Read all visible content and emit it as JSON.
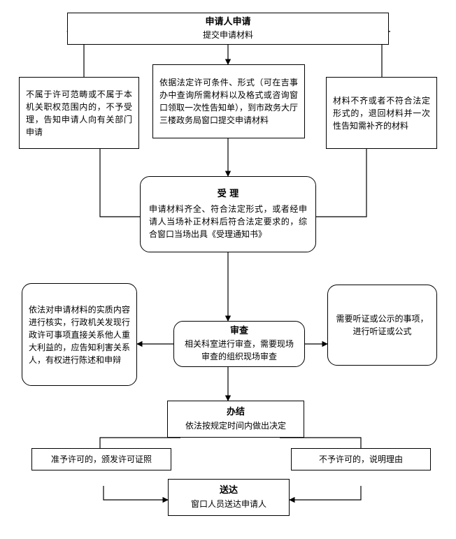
{
  "diagram": {
    "type": "flowchart",
    "language": "zh-CN",
    "nodes": [
      {
        "id": "applicant",
        "title": "申请人申请",
        "body": "提交申请材料"
      },
      {
        "id": "not-in-scope",
        "title": "",
        "body": "不属于许可范畴或不属于本机关职权范围内的，不予受理，告知申请人向有关部门申请"
      },
      {
        "id": "submit-materials",
        "title": "",
        "body": "依据法定许可条件、形式（可在吉事办中查询所需材料以及格式或咨询窗口领取一次性告知单），到市政务大厅三楼政务局窗口提交申请材料"
      },
      {
        "id": "incomplete-materials",
        "title": "",
        "body": "材料不齐或者不符合法定形式的，退回材料并一次性告知需补齐的材料"
      },
      {
        "id": "acceptance",
        "title": "受 理",
        "body": "申请材料齐全、符合法定形式，或者经申请人当场补正材料后符合法定要求的，综合窗口当场出具《受理通知书》"
      },
      {
        "id": "substantive-review",
        "title": "",
        "body": "依法对申请材料的实质内容进行核实，行政机关发现行政许可事项直接关系他人重大利益的，应告知利害关系人，有权进行陈述和申辩"
      },
      {
        "id": "review",
        "title": "审查",
        "body": "相关科室进行审查，需要现场审查的组织现场审查"
      },
      {
        "id": "hearing",
        "title": "",
        "body": "需要听证或公示的事项，进行听证或公式"
      },
      {
        "id": "conclusion",
        "title": "办结",
        "body": "依法按规定时间内做出决定"
      },
      {
        "id": "approved",
        "title": "",
        "body": "准予许可的，颁发许可证照"
      },
      {
        "id": "rejected",
        "title": "",
        "body": "不予许可的，说明理由"
      },
      {
        "id": "delivery",
        "title": "送达",
        "body": "窗口人员送达申请人"
      }
    ],
    "colors": {
      "stroke": "#000000",
      "fill": "#ffffff",
      "text": "#000000"
    }
  }
}
